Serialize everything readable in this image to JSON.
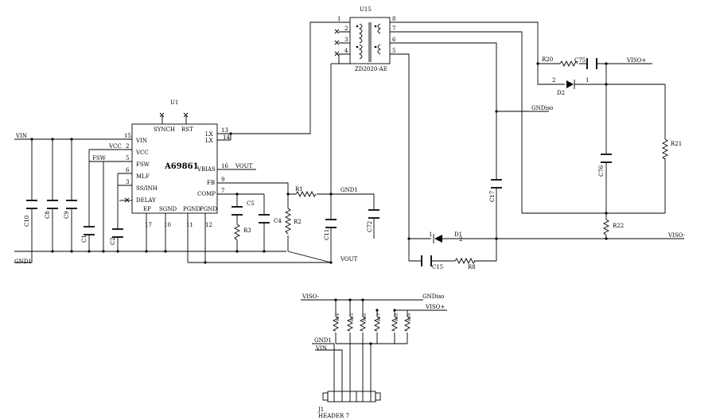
{
  "transformer": {
    "ref": "U15",
    "part": "ZD2020-AE",
    "left_pins": [
      "1",
      "2",
      "3",
      "4"
    ],
    "right_pins": [
      "8",
      "7",
      "6",
      "5"
    ]
  },
  "ic": {
    "ref": "U1",
    "part": "A69861",
    "top_pins": [
      "SYNCH",
      "RST"
    ],
    "left_pins": [
      {
        "name": "VIN",
        "num": "15"
      },
      {
        "name": "VCC",
        "num": "2"
      },
      {
        "name": "FSW",
        "num": "5"
      },
      {
        "name": "MLF",
        "num": "6"
      },
      {
        "name": "SS/INH",
        "num": "3"
      },
      {
        "name": "DELAY",
        "num": ""
      }
    ],
    "right_pins": [
      {
        "name": "LX",
        "num": "13"
      },
      {
        "name": "LX",
        "num": "14"
      },
      {
        "name": "VBIAS",
        "num": "16"
      },
      {
        "name": "FB",
        "num": "9"
      },
      {
        "name": "COMP",
        "num": "7"
      }
    ],
    "bottom_pins": [
      {
        "name": "EP",
        "num": "17"
      },
      {
        "name": "SGND",
        "num": "10"
      },
      {
        "name": "PGND",
        "num": "11"
      },
      {
        "name": "PGND",
        "num": "12"
      }
    ]
  },
  "nets": {
    "vin": "VIN",
    "vcc": "VCC",
    "fsw": "FSW",
    "vout": "VOUT",
    "gnd1": "GND1",
    "gndiso": "GNDiso",
    "viso_plus": "VISO+",
    "viso_minus": "VISO-"
  },
  "parts": {
    "c10": "C10",
    "c8": "C8",
    "c9": "C9",
    "c1": "C1",
    "c2": "C2",
    "c5": "C5",
    "r3": "R3",
    "c4": "C4",
    "r2": "R2",
    "r1": "R1",
    "c11": "C11",
    "c72": "C72",
    "c17": "C17",
    "c15": "C15",
    "r8": "R8",
    "d1": "D1",
    "d2": "D2",
    "r20": "R20",
    "c75": "C75",
    "c76": "C76",
    "r21": "R21",
    "r22": "R22"
  },
  "diode_pins": {
    "d1_a": "1",
    "d1_k": "2",
    "d2_a": "2",
    "d2_k": "1"
  },
  "header": {
    "ref": "J1",
    "part": "HEADER 7",
    "resistors": [
      "R14",
      "R15",
      "R16",
      "R17",
      "R18",
      "R19"
    ]
  }
}
